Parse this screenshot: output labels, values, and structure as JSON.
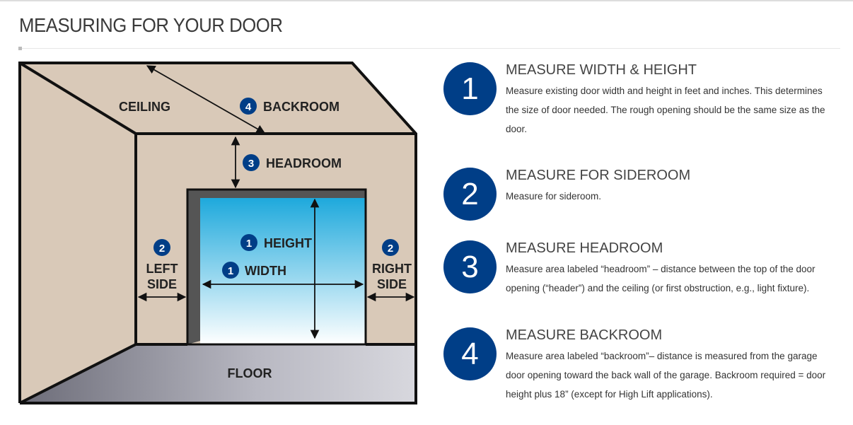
{
  "title": "MEASURING FOR YOUR DOOR",
  "diagram": {
    "ceiling": "CEILING",
    "backroom": "BACKROOM",
    "headroom": "HEADROOM",
    "height": "HEIGHT",
    "width": "WIDTH",
    "left_side": [
      "LEFT",
      "SIDE"
    ],
    "right_side": [
      "RIGHT",
      "SIDE"
    ],
    "floor": "FLOOR",
    "badge_1": "1",
    "badge_2": "2",
    "badge_3": "3",
    "badge_4": "4",
    "colors": {
      "wall": "#d9c9b8",
      "badge": "#003e87",
      "door_top": "#1ea9dc"
    }
  },
  "steps": [
    {
      "number": "1",
      "heading": "MEASURE WIDTH & HEIGHT",
      "text": "Measure existing door width and height in feet and inches. This determines the size of door needed. The rough opening should be the same size as the door."
    },
    {
      "number": "2",
      "heading": "MEASURE FOR SIDEROOM",
      "text": "Measure for sideroom."
    },
    {
      "number": "3",
      "heading": "MEASURE HEADROOM",
      "text": "Measure area labeled “headroom” – distance between the top of the door opening (“header”) and the ceiling (or first obstruction, e.g., light fixture)."
    },
    {
      "number": "4",
      "heading": "MEASURE BACKROOM",
      "text": "Measure area labeled “backroom”– distance is measured from the garage door opening toward the back wall of the garage. Backroom required = door height plus 18” (except for High Lift applications)."
    }
  ]
}
